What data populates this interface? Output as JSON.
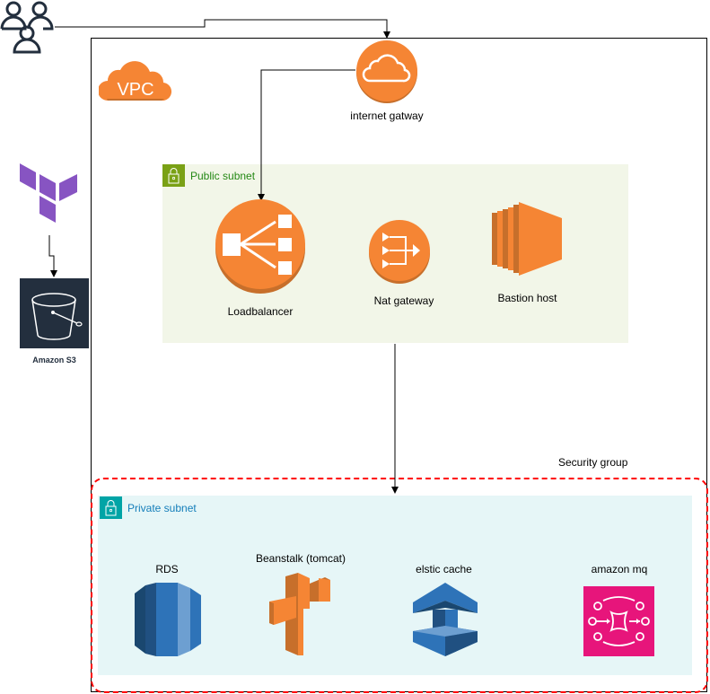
{
  "diagram": {
    "vpc": {
      "label": "VPC",
      "color": "#f58534"
    },
    "users": {
      "icon": "users-icon",
      "color": "#232f3e"
    },
    "terraform": {
      "icon": "terraform-icon",
      "color": "#7b42bc"
    },
    "s3": {
      "label": "Amazon S3",
      "icon": "s3-bucket-icon",
      "bg": "#232f3e"
    },
    "internet_gateway": {
      "label": "internet gatway",
      "icon": "cloud-icon",
      "color": "#f58534"
    },
    "public_subnet": {
      "label": "Public subnet",
      "color": "#248814",
      "items": [
        {
          "label": "Loadbalancer",
          "icon": "load-balancer-icon"
        },
        {
          "label": "Nat gateway",
          "icon": "nat-gateway-icon"
        },
        {
          "label": "Bastion host",
          "icon": "ec2-instance-icon"
        }
      ]
    },
    "security_group": {
      "label": "Security group",
      "color": "#ff0000"
    },
    "private_subnet": {
      "label": "Private subnet",
      "color": "#147eba",
      "items": [
        {
          "label": "RDS",
          "icon": "rds-icon"
        },
        {
          "label": "Beanstalk (tomcat)",
          "icon": "beanstalk-icon"
        },
        {
          "label": "elstic cache",
          "icon": "elasticache-icon"
        },
        {
          "label": "amazon mq",
          "icon": "amazon-mq-icon"
        }
      ]
    },
    "connections": [
      {
        "from": "users",
        "to": "internet gatway"
      },
      {
        "from": "internet gatway",
        "to": "Loadbalancer"
      },
      {
        "from": "Public subnet",
        "to": "Private subnet"
      },
      {
        "from": "terraform",
        "to": "Amazon S3"
      }
    ]
  }
}
